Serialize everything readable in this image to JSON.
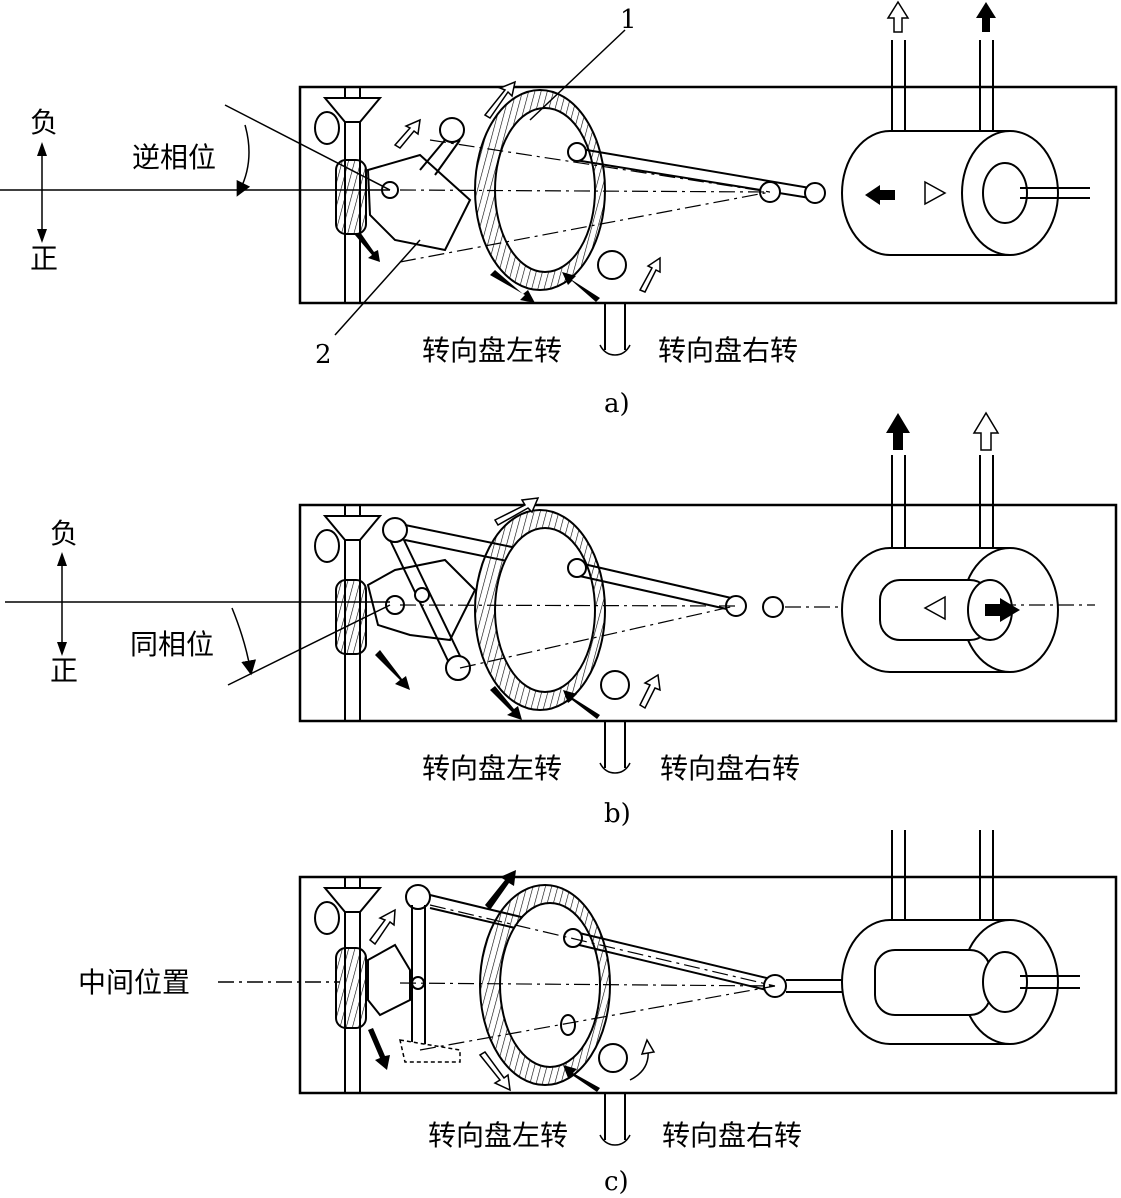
{
  "panel_a": {
    "caption": "a)",
    "phase_label": "逆相位",
    "neg_label": "负",
    "pos_label": "正",
    "part1": "1",
    "part2": "2",
    "left_turn": "转向盘左转",
    "right_turn": "转向盘右转"
  },
  "panel_b": {
    "caption": "b)",
    "phase_label": "同相位",
    "neg_label": "负",
    "pos_label": "正",
    "left_turn": "转向盘左转",
    "right_turn": "转向盘右转"
  },
  "panel_c": {
    "caption": "c)",
    "phase_label": "中间位置",
    "left_turn": "转向盘左转",
    "right_turn": "转向盘右转"
  },
  "colors": {
    "line": "#000000",
    "background": "#ffffff"
  }
}
